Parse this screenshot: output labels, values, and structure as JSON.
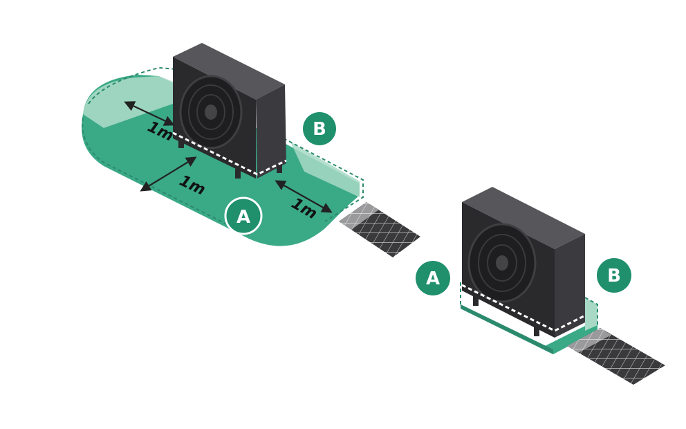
{
  "labels": {
    "zone_a": "A",
    "zone_b": "B"
  },
  "dimensions": {
    "clearance": "1m"
  },
  "icons": {
    "fan": "fan-icon",
    "drain_grate": "drain-grate-icon",
    "dimension_arrow": "double-arrow-icon"
  },
  "colors": {
    "zone_fill": "#3aa986",
    "zone_fill_light": "#a8d9c6",
    "zone_edge": "#2b8a6d",
    "badge": "#1f8f6c",
    "unit_front": "#2a2a2d",
    "unit_side": "#3b3b3f",
    "unit_top": "#57575b",
    "grate": "#3a3a3d"
  }
}
